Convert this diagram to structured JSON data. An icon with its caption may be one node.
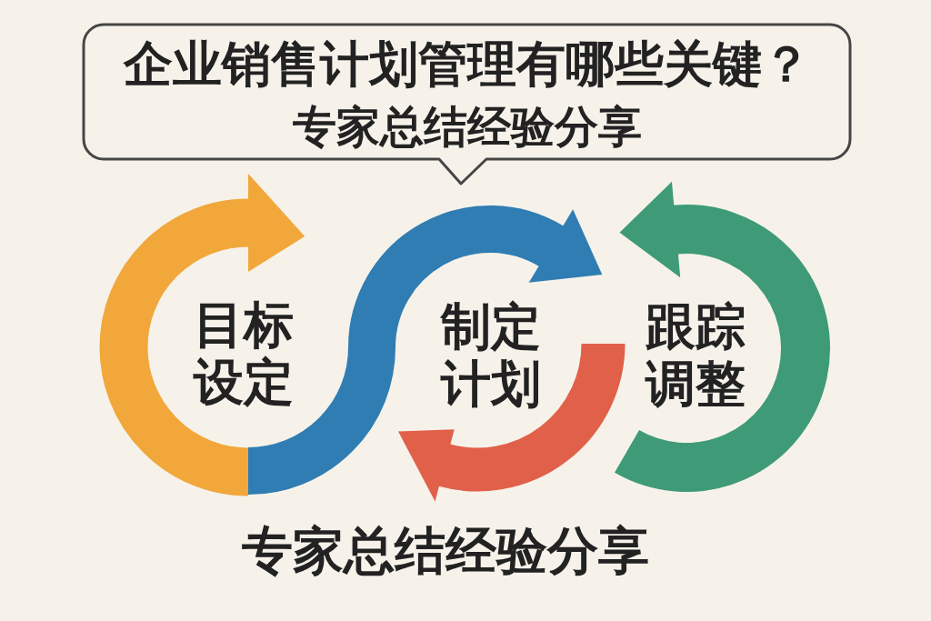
{
  "diagram": {
    "nodes": [
      {
        "text": [
          "企业销售计划管理有哪些关键？",
          "专家总结经验分享"
        ]
      }
    ],
    "labels": [
      "目标设定",
      "制定计划",
      "跟踪调整"
    ],
    "caption": "专家总结经验分享"
  }
}
